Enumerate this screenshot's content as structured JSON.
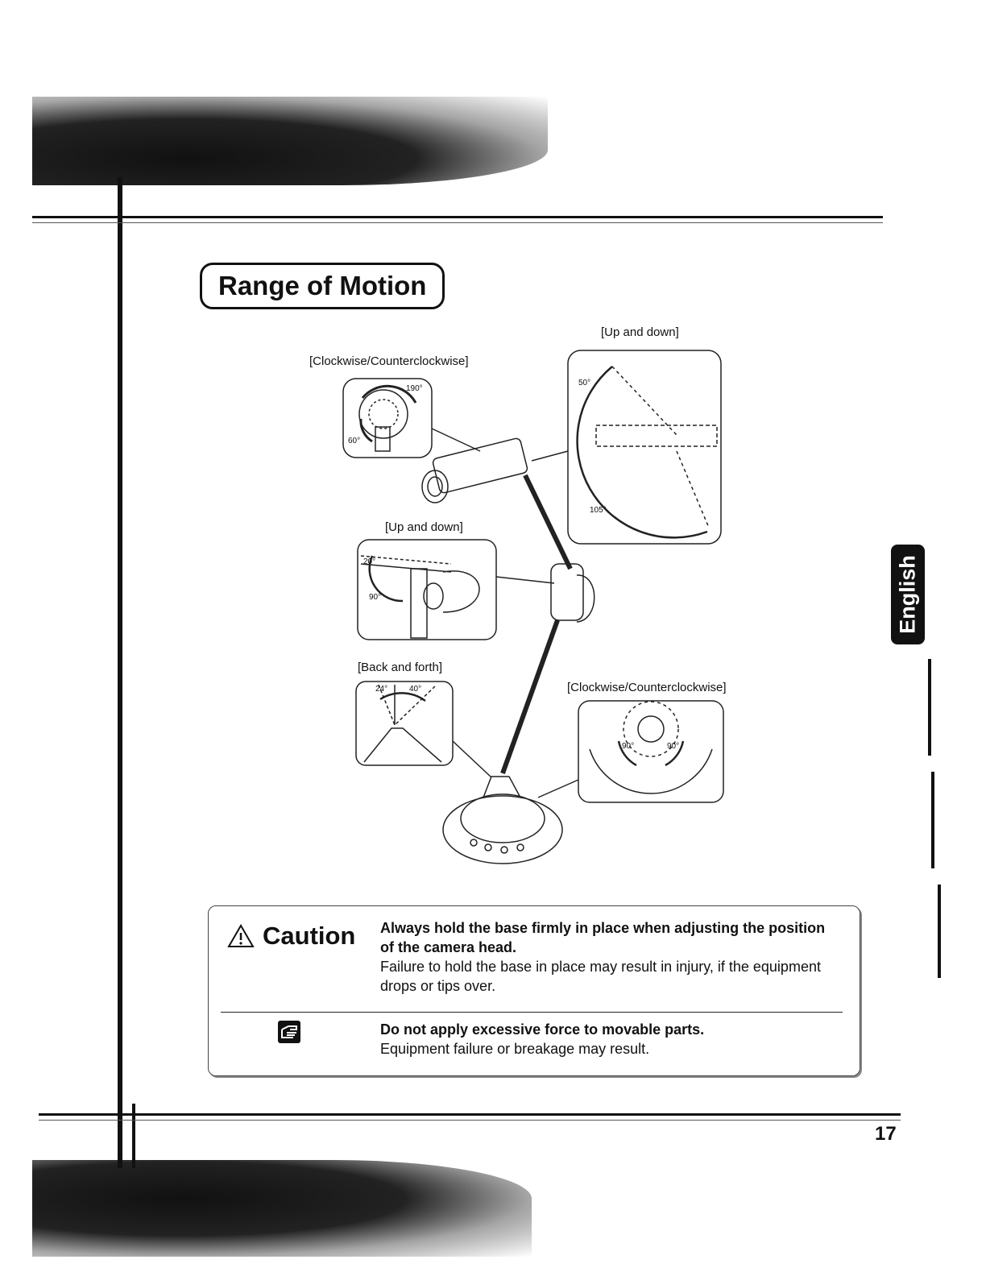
{
  "section_title": "Range of Motion",
  "labels": {
    "up_down_top": "[Up and down]",
    "cw_ccw_top": "[Clockwise/Counterclockwise]",
    "up_down_mid": "[Up and down]",
    "back_forth": "[Back and forth]",
    "cw_ccw_base": "[Clockwise/Counterclockwise]"
  },
  "angles": {
    "head_rotate_cw": "190°",
    "head_rotate_ccw": "60°",
    "head_tilt_up": "50°",
    "head_tilt_down": "105°",
    "arm_up": "20°",
    "arm_down": "90°",
    "tilt_back": "24°",
    "tilt_forth": "40°",
    "base_left": "90°",
    "base_right": "90°"
  },
  "language_tab": "English",
  "caution": {
    "heading": "Caution",
    "item1_bold": "Always hold the base firmly in place when adjusting the position of the camera head.",
    "item1_text": "Failure to hold the base in place may result in injury, if the equipment drops or tips over.",
    "item2_bold": "Do not apply excessive force to movable parts.",
    "item2_text": "Equipment failure or breakage may result."
  },
  "page_number": "17"
}
